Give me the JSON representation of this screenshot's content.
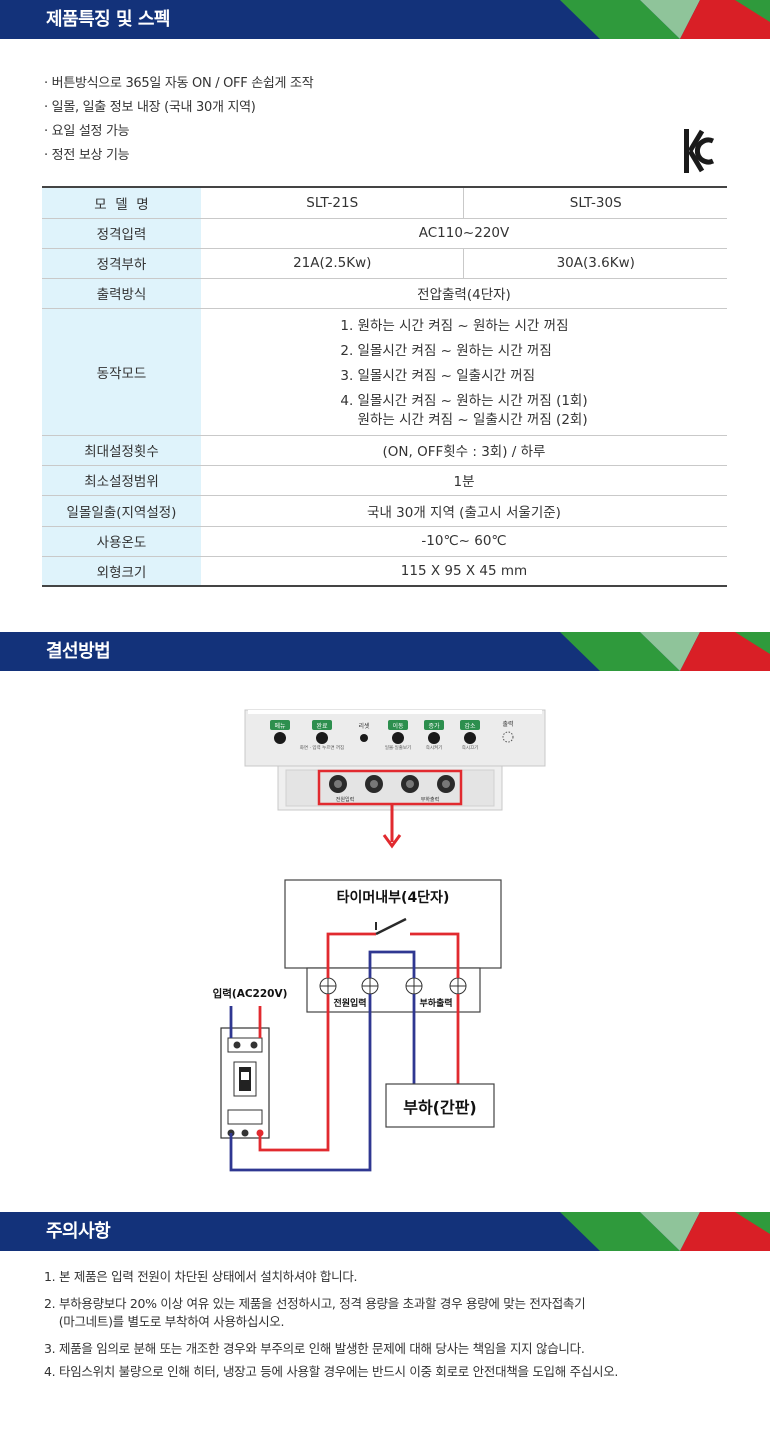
{
  "sections": {
    "features_title": "제품특징 및 스펙",
    "wiring_title": "결선방법",
    "caution_title": "주의사항"
  },
  "features": [
    "· 버튼방식으로 365일 자동 ON / OFF 손쉽게 조작",
    "· 일몰, 일출 정보 내장 (국내 30개 지역)",
    "· 요일 설정 가능",
    "· 정전 보상 기능"
  ],
  "spec": {
    "model_label": "모  델  명",
    "model_a": "SLT-21S",
    "model_b": "SLT-30S",
    "input_label": "정격입력",
    "input_value": "AC110~220V",
    "load_label": "정격부하",
    "load_a": "21A(2.5Kw)",
    "load_b": "30A(3.6Kw)",
    "output_label": "출력방식",
    "output_value": "전압출력(4단자)",
    "mode_label": "동작모드",
    "modes": [
      "1. 원하는 시간 켜짐 ~ 원하는 시간 꺼짐",
      "2. 일몰시간 켜짐 ~ 원하는 시간 꺼짐",
      "3. 일몰시간 켜짐 ~ 일출시간 꺼짐",
      "4. 일몰시간 켜짐 ~ 원하는 시간 꺼짐 (1회)",
      "    원하는 시간 켜짐 ~ 일출시간 꺼짐 (2회)"
    ],
    "maxset_label": "최대설정횟수",
    "maxset_value": "(ON, OFF횟수 : 3회) / 하루",
    "minrange_label": "최소설정범위",
    "minrange_value": "1분",
    "sun_label": "일몰일출(지역설정)",
    "sun_value": "국내 30개 지역 (출고시 서울기준)",
    "temp_label": "사용온도",
    "temp_value": "-10℃~ 60℃",
    "size_label": "외형크기",
    "size_value": "115 X 95 X 45 mm"
  },
  "device": {
    "buttons": [
      "메뉴",
      "완료",
      "리셋",
      "이동",
      "증가",
      "감소",
      "출력"
    ],
    "sub_left": "화면 · 입력 누르면 꺼짐",
    "sub_mid": "일몰·일출보기",
    "sub_r1": "즉시켜기",
    "sub_r2": "즉시끄기",
    "term_left": "전원입력",
    "term_right": "부하출력"
  },
  "wiring": {
    "timer_label": "타이머내부(4단자)",
    "power_in": "전원입력",
    "load_out": "부하출력",
    "input_label": "입력(AC220V)",
    "load_label": "부하(간판)"
  },
  "notes": [
    "1. 본 제품은 입력 전원이 차단된 상태에서 설치하셔야 합니다.",
    "2. 부하용량보다 20% 이상 여유 있는 제품을 선정하시고, 정격 용량을 초과할 경우 용량에 맞는 전자접촉기",
    "    (마그네트)를 별도로 부착하여 사용하십시오.",
    "3. 제품을 임의로 분해 또는 개조한 경우와 부주의로 인해 발생한 문제에 대해 당사는 책임을 지지 않습니다.",
    "4. 타임스위치 불량으로 인해 히터, 냉장고 등에 사용할 경우에는 반드시 이중 회로로 안전대책을 도입해 주십시오."
  ],
  "colors": {
    "band_blue": "#13327a",
    "band_green": "#2f9a3c",
    "band_red": "#d91f26",
    "table_header": "#dff3fb",
    "wire_red": "#e12a2f",
    "wire_blue": "#2f3791"
  }
}
